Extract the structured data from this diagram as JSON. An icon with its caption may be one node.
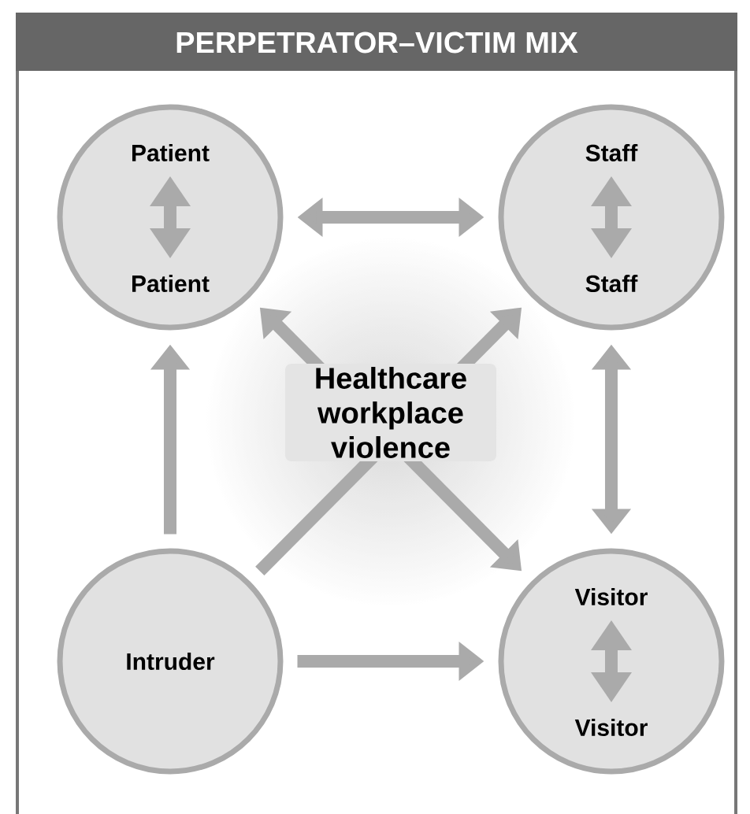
{
  "diagram": {
    "title": "PERPETRATOR–VICTIM MIX",
    "nodes": [
      {
        "text": [
          "Patient",
          "Patient"
        ]
      },
      {
        "text": [
          "Staff",
          "Staff"
        ]
      },
      {
        "text": [
          "Intruder"
        ]
      },
      {
        "text": [
          "Visitor",
          "Visitor"
        ]
      }
    ],
    "edges": [
      {
        "from": 0,
        "to": 1,
        "arrow": "both"
      },
      {
        "from": 2,
        "to": 0,
        "arrow": "to"
      },
      {
        "from": 1,
        "to": 3,
        "arrow": "both"
      },
      {
        "from": 2,
        "to": 1,
        "arrow": "to"
      },
      {
        "from": 0,
        "to": 3,
        "arrow": "both"
      },
      {
        "from": 2,
        "to": 3,
        "arrow": "to"
      }
    ],
    "labels": [
      "Healthcare workplace violence"
    ]
  }
}
